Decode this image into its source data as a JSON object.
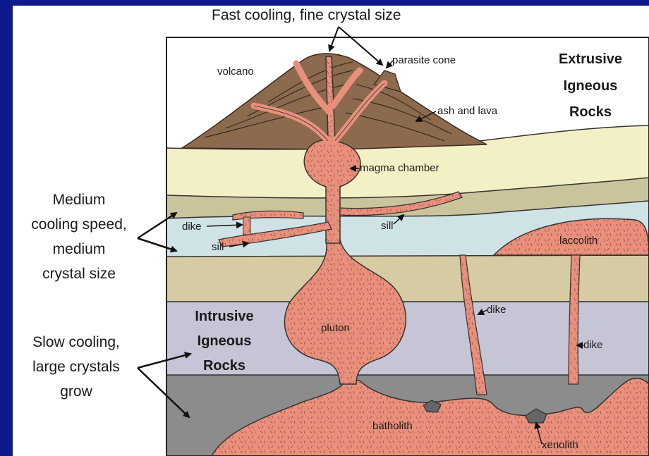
{
  "diagram": {
    "top_caption": "Fast cooling, fine crystal size",
    "side_medium": [
      "Medium",
      "cooling speed,",
      "medium",
      "crystal size"
    ],
    "side_slow": [
      "Slow cooling,",
      "large crystals",
      "grow"
    ],
    "extrusive": [
      "Extrusive",
      "Igneous",
      "Rocks"
    ],
    "intrusive": [
      "Intrusive",
      "Igneous",
      "Rocks"
    ],
    "labels": {
      "volcano": "volcano",
      "parasite_cone": "parasite cone",
      "ash_and_lava": "ash and lava",
      "magma_chamber": "magma chamber",
      "dike_upper": "dike",
      "sill_left": "sill",
      "sill_right": "sill",
      "laccolith": "laccolith",
      "pluton": "pluton",
      "dike_middle": "dike",
      "dike_right": "dike",
      "batholith": "batholith",
      "xenolith": "xenolith"
    },
    "colors": {
      "slide_bg": "#0d1a8c",
      "magma": "#e8907c",
      "volcano": "#8b6a4e",
      "layer_cream": "#f4f0c6",
      "layer_olive": "#c9c49b",
      "layer_blue": "#cfe2e6",
      "layer_tan": "#d7cba4",
      "layer_lavender": "#c5c5d6",
      "layer_dark": "#8c8c8c"
    }
  }
}
